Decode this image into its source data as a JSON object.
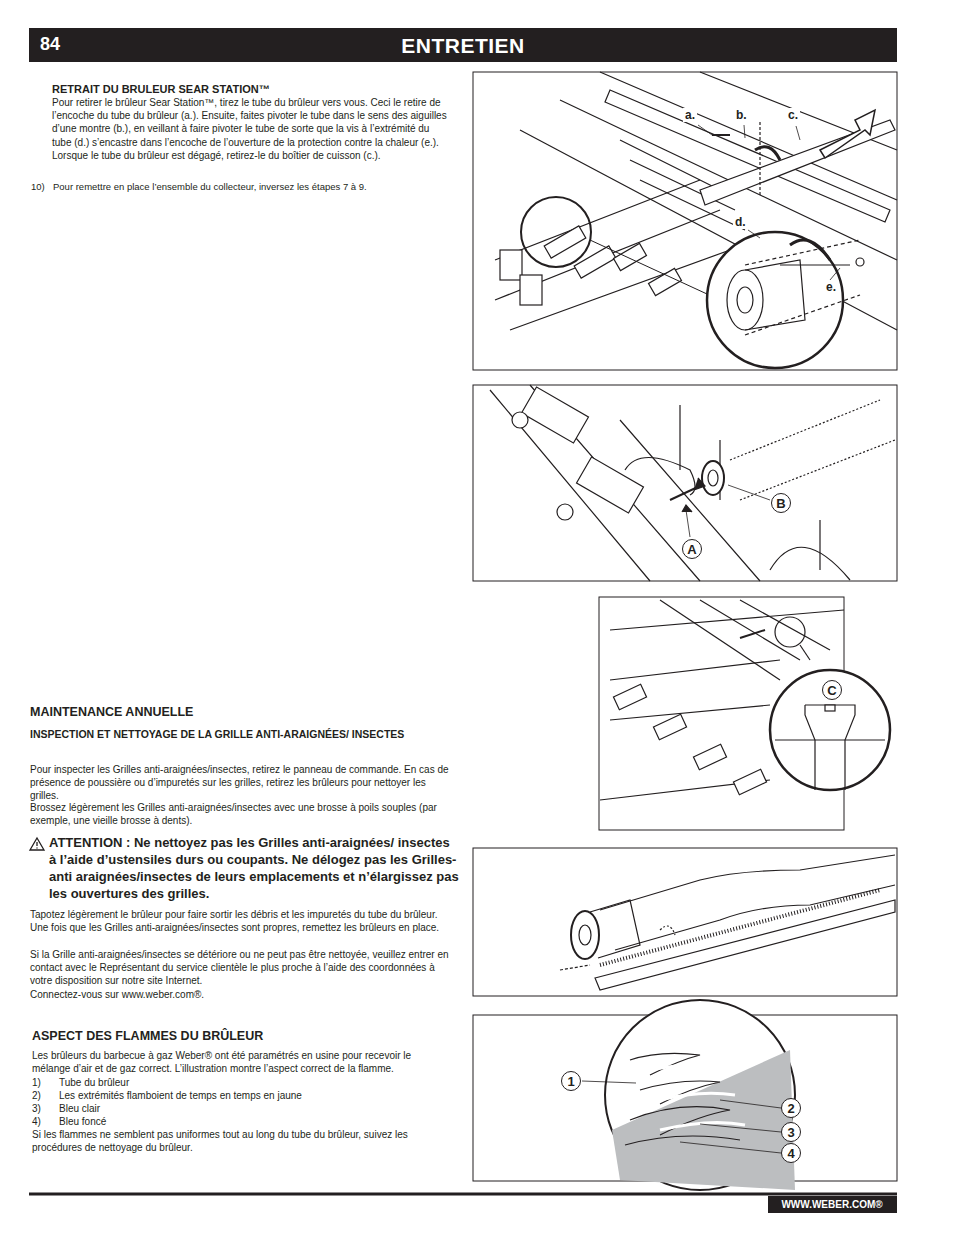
{
  "diagram": {
    "title": "ENTRETIEN",
    "nodes": [
      {
        "text": [
          "B"
        ]
      },
      {
        "text": [
          "A"
        ]
      },
      {
        "text": [
          "C"
        ]
      },
      {
        "text": [
          "1"
        ]
      },
      {
        "text": [
          "2"
        ]
      },
      {
        "text": [
          "3"
        ]
      },
      {
        "text": [
          "4"
        ]
      },
      {
        "text": [
          "WWW.WEBER.COM®"
        ]
      }
    ],
    "labels": [
      "84",
      "RETRAIT DU BRULEUR SEAR STATION™",
      "Pour retirer le brûleur Sear Station™, tirez le tube du brûleur vers vous. Ceci le retire de l’encoche du tube du brûleur (a.). Ensuite, faites pivoter le tube dans le sens des aiguilles d’une montre (b.), en veillant à faire pivoter le tube de sorte que la vis à l’extrémité du tube (d.) s’encastre dans l’encoche de l’ouverture de la protection contre la chaleur (e.). Lorsque le tube du brûleur est dégagé, retirez-le du boîtier de cuisson (c.).",
      "10)",
      "Pour remettre en place l’ensemble du collecteur, inversez les étapes 7 à 9.",
      "MAINTENANCE ANNUELLE",
      "INSPECTION ET NETTOYAGE DE LA GRILLE ANTI-ARAIGNÉES/ INSECTES",
      "Pour inspecter les Grilles anti-araignées/insectes, retirez le panneau de commande. En cas de présence de poussière ou d’impuretés sur les grilles, retirez les brûleurs pour nettoyer les grilles.",
      "Brossez légèrement les Grilles anti-araignées/insectes avec une brosse à poils souples (par exemple, une vieille brosse à dents).",
      "ATTENTION : Ne nettoyez pas les Grilles anti-araignées/ insectes à l’aide d’ustensiles durs ou coupants. Ne délogez pas les Grilles-anti araignées/insectes de leurs emplacements et n’élargissez pas les ouvertures des grilles.",
      "Tapotez légèrement le brûleur pour faire sortir les débris et les impuretés du tube du brûleur. Une fois que les Grilles anti-araignées/insectes sont propres, remettez les brûleurs en place.",
      "Si la Grille anti-araignées/insectes se détériore ou ne peut pas être nettoyée, veuillez entrer en contact avec le Représentant du service clientèle le plus proche à l’aide des coordonnées à votre disposition sur notre site Internet.",
      "Connectez-vous sur www.weber.com®.",
      "ASPECT DES FLAMMES DU BRÛLEUR",
      "Les brûleurs du barbecue à gaz Weber® ont été paramétrés en usine pour recevoir le mélange d’air et de gaz correct. L’illustration montre l’aspect correct de la flamme.",
      "1)",
      "Tube du brûleur",
      "2)",
      "Les extrémités flamboient de temps en temps en jaune",
      "3)",
      "Bleu clair",
      "4)",
      "Bleu foncé",
      "Si les flammes ne semblent pas uniformes tout au long du tube du brûleur, suivez les procédures de nettoyage du brûleur.",
      "a.",
      "b.",
      "c.",
      "d.",
      "e."
    ]
  }
}
